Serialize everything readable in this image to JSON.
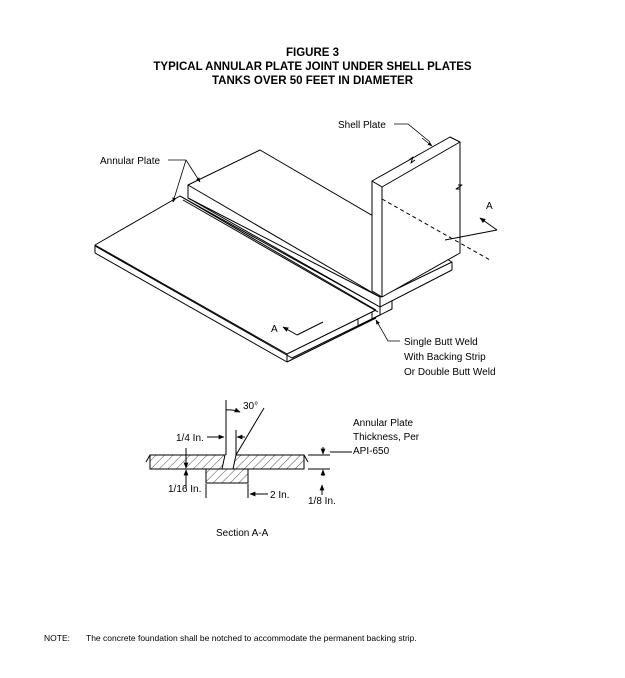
{
  "figure": {
    "number": "FIGURE 3",
    "title_line1": "TYPICAL ANNULAR PLATE JOINT UNDER SHELL PLATES",
    "title_line2": "TANKS OVER 50 FEET IN DIAMETER"
  },
  "isometric": {
    "shell_plate": "Shell Plate",
    "annular_plate": "Annular Plate",
    "section_mark_a": "A",
    "weld_line1": "Single Butt Weld",
    "weld_line2": "With Backing Strip",
    "weld_line3": "Or Double Butt Weld"
  },
  "section": {
    "angle": "30°",
    "gap": "1/4 In.",
    "backing_offset": "1/16 In.",
    "backing_width": "2 In.",
    "backing_thickness": "1/8 In.",
    "thickness_line1": "Annular Plate",
    "thickness_line2": "Thickness, Per",
    "thickness_line3": "API-650",
    "caption": "Section A-A"
  },
  "note": {
    "label": "NOTE:",
    "text": "The concrete foundation shall be notched to accommodate the permanent backing strip."
  }
}
